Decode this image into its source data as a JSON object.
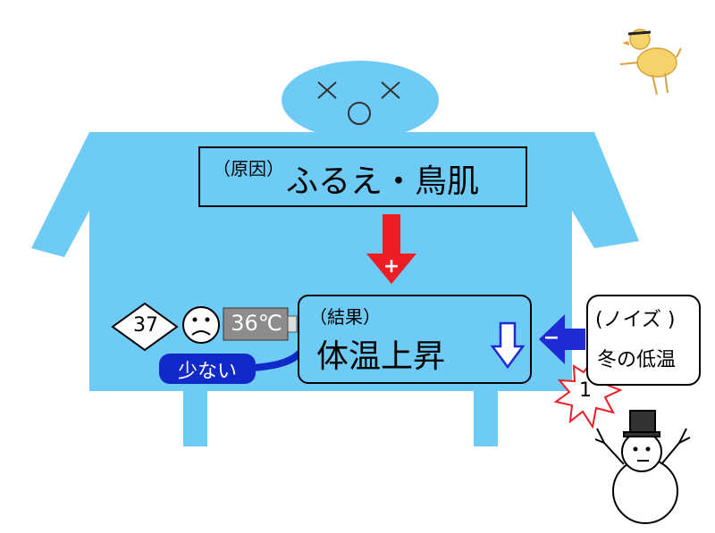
{
  "cause": {
    "tag": "（原因）",
    "text": "ふるえ・鳥肌",
    "effect_sign": "+"
  },
  "result": {
    "tag": "（結果）",
    "text": "体温上昇",
    "arrow": "down-arrow-icon"
  },
  "noise": {
    "tag": "(ノイズ )",
    "text": "冬の低温",
    "effect_sign": "−",
    "badge": "1"
  },
  "indicators": {
    "diamond_value": "37",
    "thermometer_value": "36℃",
    "callout": "少ない"
  },
  "colors": {
    "body": "#6ecbf5",
    "red_arrow": "#ee1c24",
    "blue_arrow": "#1f2bd6",
    "callout_bg": "#1029c8"
  }
}
